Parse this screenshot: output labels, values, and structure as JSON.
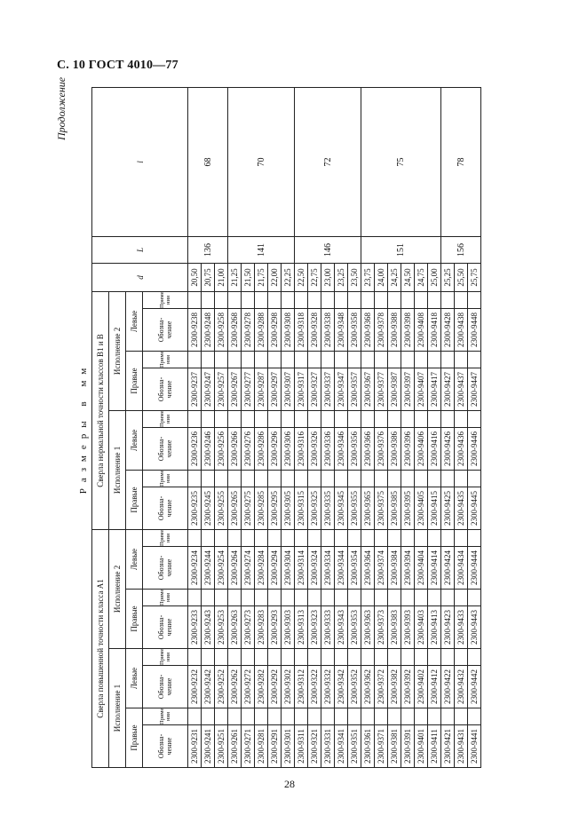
{
  "page": {
    "header": "С. 10 ГОСТ 4010—77",
    "continuation": "Продолжение",
    "page_number": "28",
    "table_caption": "Размеры в мм"
  },
  "table": {
    "group_a1": "Сверла повышенной точности класса А1",
    "group_b": "Сверла нормальной точности классов В1 и В",
    "variant_1": "Исполнение 1",
    "variant_2": "Исполнение 2",
    "right": "Правые",
    "left": "Левые",
    "designation": "Обозна-чение",
    "usage": "Примене-ния",
    "dim_d": "d",
    "dim_L": "L",
    "dim_l": "l",
    "rows": [
      [
        "2300-9231",
        "2300-9232",
        "2300-9233",
        "2300-9234",
        "2300-9235",
        "2300-9236",
        "2300-9237",
        "2300-9238",
        "20,50"
      ],
      [
        "2300-9241",
        "2300-9242",
        "2300-9243",
        "2300-9244",
        "2300-9245",
        "2300-9246",
        "2300-9247",
        "2300-9248",
        "20,75"
      ],
      [
        "2300-9251",
        "2300-9252",
        "2300-9253",
        "2300-9254",
        "2300-9255",
        "2300-9256",
        "2300-9257",
        "2300-9258",
        "21,00"
      ],
      [
        "2300-9261",
        "2300-9262",
        "2300-9263",
        "2300-9264",
        "2300-9265",
        "2300-9266",
        "2300-9267",
        "2300-9268",
        "21,25"
      ],
      [
        "2300-9271",
        "2300-9272",
        "2300-9273",
        "2300-9274",
        "2300-9275",
        "2300-9276",
        "2300-9277",
        "2300-9278",
        "21,50"
      ],
      [
        "2300-9281",
        "2300-9282",
        "2300-9283",
        "2300-9284",
        "2300-9285",
        "2300-9286",
        "2300-9287",
        "2300-9288",
        "21,75"
      ],
      [
        "2300-9291",
        "2300-9292",
        "2300-9293",
        "2300-9294",
        "2300-9295",
        "2300-9296",
        "2300-9297",
        "2300-9298",
        "22,00"
      ],
      [
        "2300-9301",
        "2300-9302",
        "2300-9303",
        "2300-9304",
        "2300-9305",
        "2300-9306",
        "2300-9307",
        "2300-9308",
        "22,25"
      ],
      [
        "2300-9311",
        "2300-9312",
        "2300-9313",
        "2300-9314",
        "2300-9315",
        "2300-9316",
        "2300-9317",
        "2300-9318",
        "22,50"
      ],
      [
        "2300-9321",
        "2300-9322",
        "2300-9323",
        "2300-9324",
        "2300-9325",
        "2300-9326",
        "2300-9327",
        "2300-9328",
        "22,75"
      ],
      [
        "2300-9331",
        "2300-9332",
        "2300-9333",
        "2300-9334",
        "2300-9335",
        "2300-9336",
        "2300-9337",
        "2300-9338",
        "23,00"
      ],
      [
        "2300-9341",
        "2300-9342",
        "2300-9343",
        "2300-9344",
        "2300-9345",
        "2300-9346",
        "2300-9347",
        "2300-9348",
        "23,25"
      ],
      [
        "2300-9351",
        "2300-9352",
        "2300-9353",
        "2300-9354",
        "2300-9355",
        "2300-9356",
        "2300-9357",
        "2300-9358",
        "23,50"
      ],
      [
        "2300-9361",
        "2300-9362",
        "2300-9363",
        "2300-9364",
        "2300-9365",
        "2300-9366",
        "2300-9367",
        "2300-9368",
        "23,75"
      ],
      [
        "2300-9371",
        "2300-9372",
        "2300-9373",
        "2300-9374",
        "2300-9375",
        "2300-9376",
        "2300-9377",
        "2300-9378",
        "24,00"
      ],
      [
        "2300-9381",
        "2300-9382",
        "2300-9383",
        "2300-9384",
        "2300-9385",
        "2300-9386",
        "2300-9387",
        "2300-9388",
        "24,25"
      ],
      [
        "2300-9391",
        "2300-9392",
        "2300-9393",
        "2300-9394",
        "2300-9395",
        "2300-9396",
        "2300-9397",
        "2300-9398",
        "24,50"
      ],
      [
        "2300-9401",
        "2300-9402",
        "2300-9403",
        "2300-9404",
        "2300-9405",
        "2300-9406",
        "2300-9407",
        "2300-9408",
        "24,75"
      ],
      [
        "2300-9411",
        "2300-9412",
        "2300-9413",
        "2300-9414",
        "2300-9415",
        "2300-9416",
        "2300-9417",
        "2300-9418",
        "25,00"
      ],
      [
        "2300-9421",
        "2300-9422",
        "2300-9423",
        "2300-9424",
        "2300-9425",
        "2300-9426",
        "2300-9427",
        "2300-9428",
        "25,25"
      ],
      [
        "2300-9431",
        "2300-9432",
        "2300-9433",
        "2300-9434",
        "2300-9435",
        "2300-9436",
        "2300-9437",
        "2300-9438",
        "25,50"
      ],
      [
        "2300-9441",
        "2300-9442",
        "2300-9443",
        "2300-9444",
        "2300-9445",
        "2300-9446",
        "2300-9447",
        "2300-9448",
        "25,75"
      ]
    ],
    "l_groups": [
      {
        "L": "136",
        "l": "68",
        "rows": 3
      },
      {
        "L": "141",
        "l": "70",
        "rows": 5
      },
      {
        "L": "146",
        "l": "72",
        "rows": 5
      },
      {
        "L": "151",
        "l": "75",
        "rows": 6
      },
      {
        "L": "156",
        "l": "78",
        "rows": 3
      }
    ]
  }
}
